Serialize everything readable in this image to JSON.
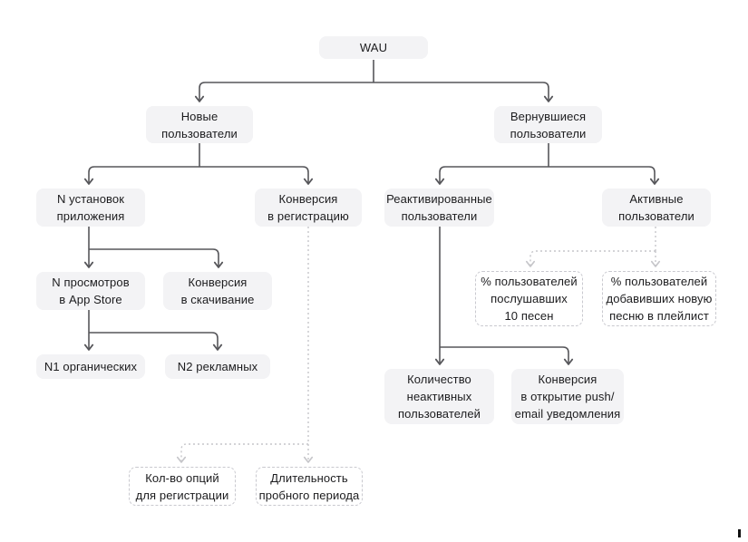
{
  "diagram": {
    "title": "WAU metric decomposition tree",
    "nodes": {
      "wau": {
        "label": "WAU"
      },
      "new_users": {
        "label": "Новые\nпользователи"
      },
      "returning_users": {
        "label": "Вернувшиеся\nпользователи"
      },
      "n_installs": {
        "label": "N установок\nприложения"
      },
      "conv_registration": {
        "label": "Конверсия\nв регистрацию"
      },
      "reactivated_users": {
        "label": "Реактивированные\nпользователи"
      },
      "active_users": {
        "label": "Активные\nпользователи"
      },
      "n_views_appstore": {
        "label": "N просмотров\nв App Store"
      },
      "conv_download": {
        "label": "Конверсия\nв скачивание"
      },
      "n1_organic": {
        "label": "N1 органических"
      },
      "n2_ads": {
        "label": "N2 рекламных"
      },
      "pct_listened_10": {
        "label": "% пользователей\nпослушавших\n10 песен"
      },
      "pct_added_playlist": {
        "label": "% пользователей\nдобавивших новую\nпесню в плейлист"
      },
      "inactive_users_count": {
        "label": "Количество\nнеактивных\nпользователей"
      },
      "conv_push_email": {
        "label": "Конверсия\nв открытие push/\nemail уведомления"
      },
      "reg_options_count": {
        "label": "Кол-во опций\nдля регистрации"
      },
      "trial_duration": {
        "label": "Длительность\nпробного периода"
      }
    },
    "edges": [
      {
        "from": "wau",
        "to": "new_users",
        "style": "solid"
      },
      {
        "from": "wau",
        "to": "returning_users",
        "style": "solid"
      },
      {
        "from": "new_users",
        "to": "n_installs",
        "style": "solid"
      },
      {
        "from": "new_users",
        "to": "conv_registration",
        "style": "solid"
      },
      {
        "from": "returning_users",
        "to": "reactivated_users",
        "style": "solid"
      },
      {
        "from": "returning_users",
        "to": "active_users",
        "style": "solid"
      },
      {
        "from": "n_installs",
        "to": "n_views_appstore",
        "style": "solid"
      },
      {
        "from": "n_installs",
        "to": "conv_download",
        "style": "solid"
      },
      {
        "from": "n_views_appstore",
        "to": "n1_organic",
        "style": "solid"
      },
      {
        "from": "n_views_appstore",
        "to": "n2_ads",
        "style": "solid"
      },
      {
        "from": "reactivated_users",
        "to": "inactive_users_count",
        "style": "solid"
      },
      {
        "from": "reactivated_users",
        "to": "conv_push_email",
        "style": "solid"
      },
      {
        "from": "conv_registration",
        "to": "reg_options_count",
        "style": "dotted"
      },
      {
        "from": "conv_registration",
        "to": "trial_duration",
        "style": "dotted"
      },
      {
        "from": "active_users",
        "to": "pct_listened_10",
        "style": "dotted"
      },
      {
        "from": "active_users",
        "to": "pct_added_playlist",
        "style": "dotted"
      }
    ],
    "colors": {
      "node_background": "#f3f3f5",
      "node_text": "#1c1c1e",
      "solid_line": "#56565a",
      "dotted_line": "#c6c6ca",
      "dashed_border": "#c9c9cf"
    }
  }
}
